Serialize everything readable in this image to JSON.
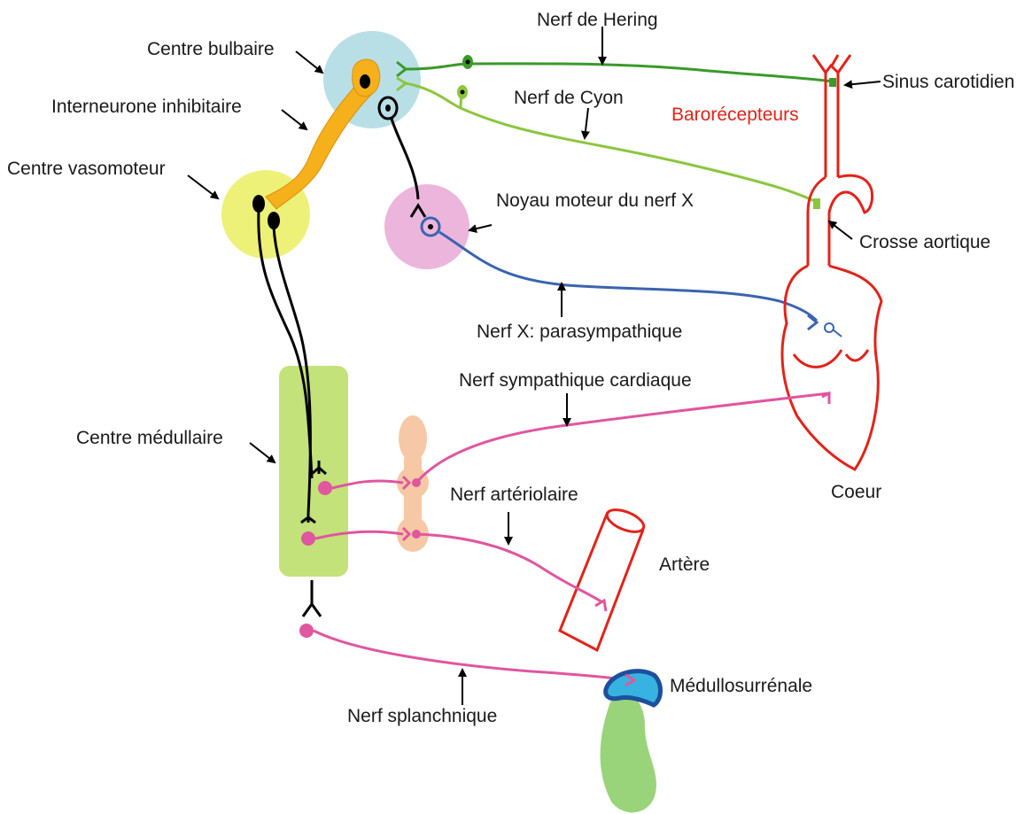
{
  "labels": {
    "centre_bulbaire": "Centre bulbaire",
    "interneurone": "Interneurone inhibitaire",
    "centre_vasomoteur": "Centre vasomoteur",
    "centre_medullaire": "Centre médullaire",
    "nerf_hering": "Nerf de Hering",
    "nerf_cyon": "Nerf de Cyon",
    "sinus_carotidien": "Sinus carotidien",
    "barorecepteurs": "Barorécepteurs",
    "noyau_moteur": "Noyau moteur du nerf X",
    "crosse_aortique": "Crosse aortique",
    "nerf_x": "Nerf X: parasympathique",
    "nerf_sympathique": "Nerf sympathique cardiaque",
    "coeur": "Coeur",
    "nerf_arteriolaire": "Nerf artériolaire",
    "artere": "Artère",
    "medullosurrenale": "Médullosurrénale",
    "nerf_splanchnique": "Nerf splanchnique"
  },
  "colors": {
    "bulbaire_zone": "#b9dfe6",
    "vasomoteur_zone": "#eef178",
    "noyau_zone": "#ecb6dc",
    "medullaire_zone": "#c3e27a",
    "interneurone": "#f5b01c",
    "hering": "#3a9a2a",
    "cyon": "#8cc63f",
    "vagus": "#3a64b0",
    "sympathetic": "#e0569f",
    "vessel": "#e2231a",
    "ganglion": "#f6c8a6",
    "adrenal_cortex": "#9ad47a",
    "adrenal_medulla": "#36b3e0",
    "adrenal_outline": "#1d4f9c"
  }
}
